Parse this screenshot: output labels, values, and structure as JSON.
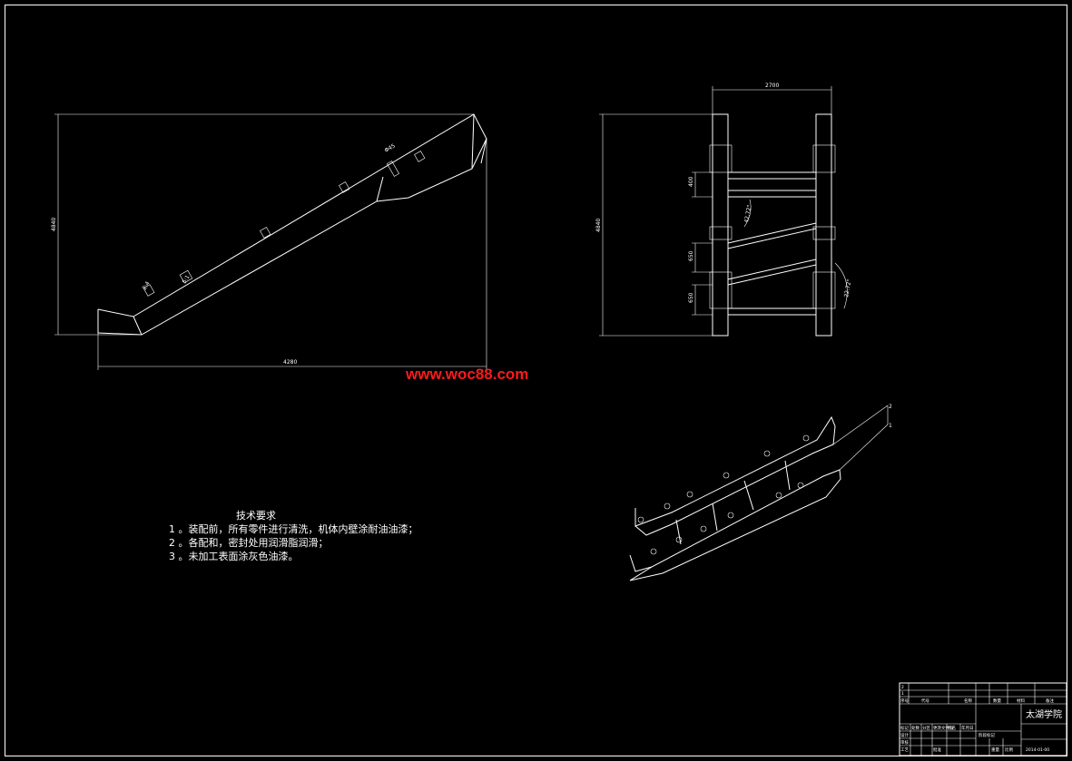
{
  "drawing": {
    "front_view": {
      "height_dim": "4840",
      "width_dim": "4280",
      "label_top": "Φ45",
      "label_bracket_1": "2:4",
      "label_bracket_2": "5:1"
    },
    "side_view": {
      "height_dim": "4840",
      "width_dim": "2700",
      "spacing_1": "400",
      "spacing_2": "650",
      "spacing_3": "650",
      "angle_1": "42.72°",
      "angle_2": "22.72°"
    },
    "iso_view": {
      "callout_1": "2",
      "callout_2": "1"
    },
    "watermark": "www.woc88.com",
    "technical_requirements": {
      "title": "技术要求",
      "items": [
        "1 。装配前，所有零件进行清洗，机体内壁涂耐油油漆；",
        "2 。各配和，密封处用润滑脂润滑；",
        "3 。未加工表面涂灰色油漆。"
      ]
    },
    "title_block": {
      "school": "太湖学院",
      "drawing_no": "2014-01-00",
      "rows_top": [
        [
          "2",
          "",
          "",
          "",
          "",
          "",
          "",
          ""
        ],
        [
          "1",
          "",
          "",
          "",
          "",
          "",
          "",
          ""
        ],
        [
          "序号",
          "代号",
          "",
          "名称",
          "数量",
          "材料",
          "",
          "备注"
        ]
      ],
      "small_labels": [
        "标记",
        "处数",
        "分区",
        "更改文件号",
        "签名",
        "年月日",
        "设计",
        "审核",
        "工艺",
        "批准",
        "阶段标记",
        "重量",
        "比例"
      ]
    }
  },
  "colors": {
    "background": "#000000",
    "lines": "#ffffff",
    "watermark": "#ff1a1a"
  }
}
